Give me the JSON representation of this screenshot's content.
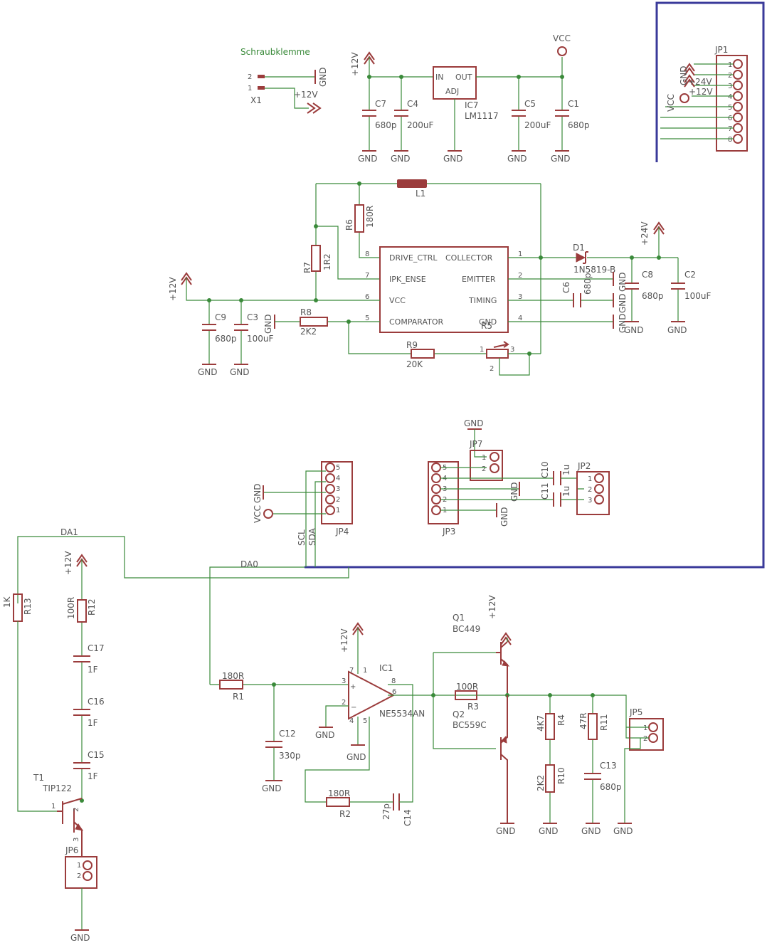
{
  "colors": {
    "wire": "#3a8a3a",
    "part": "#9b3c3c",
    "bus": "#3a3a9a",
    "text": "#555555"
  },
  "labels": {
    "schraub": "Schraubklemme",
    "x1": "X1",
    "x1_p2": "2",
    "x1_p1": "1",
    "x1_gnd": "GND",
    "x1_12v": "+12V",
    "ic7_12v": "+12V",
    "c7": "C7",
    "c7v": "680p",
    "c4": "C4",
    "c4v": "200uF",
    "ic7": "IC7",
    "ic7v": "LM1117",
    "ic7_in": "IN",
    "ic7_out": "OUT",
    "ic7_adj": "ADJ",
    "c5": "C5",
    "c5v": "200uF",
    "c1": "C1",
    "c1v": "680p",
    "vcc": "VCC",
    "gnd_c7": "GND",
    "gnd_c4": "GND",
    "gnd_ic7": "GND",
    "gnd_c5": "GND",
    "gnd_c1": "GND",
    "jp1": "JP1",
    "jp1_vcc": "VCC",
    "jp1_gnd": "GND",
    "jp1_24": "+24V",
    "jp1_12": "+12V",
    "jp1_n1": "1",
    "jp1_n2": "2",
    "jp1_n3": "3",
    "jp1_n4": "4",
    "jp1_n5": "5",
    "jp1_n6": "6",
    "jp1_n7": "7",
    "jp1_n8": "8",
    "l1": "L1",
    "r6": "R6",
    "r6v": "180R",
    "r7": "R7",
    "r7v": "1R2",
    "u_12v": "+12V",
    "pin_drive": "DRIVE_CTRL",
    "pin_coll": "COLLECTOR",
    "pin_ipk": "IPK_ENSE",
    "pin_emit": "EMITTER",
    "pin_vcc": "VCC",
    "pin_timing": "TIMING",
    "pin_comp": "COMPARATOR",
    "pin_gnd": "GND",
    "pn8": "8",
    "pn7": "7",
    "pn6": "6",
    "pn5": "5",
    "pn1": "1",
    "pn2": "2",
    "pn3": "3",
    "pn4": "4",
    "d1": "D1",
    "d1v": "1N5819-B",
    "p24": "+24V",
    "c6": "C6",
    "c6v": "680p",
    "c8": "C8",
    "c8v": "680p",
    "c2": "C2",
    "c2v": "100uF",
    "gnd_e": "GND",
    "gnd_t": "GND",
    "gnd_g": "GND",
    "gnd_c8": "GND",
    "gnd_c2": "GND",
    "c9": "C9",
    "c9v": "680p",
    "c3": "C3",
    "c3v": "100uF",
    "gnd_c3top": "GND",
    "r8": "R8",
    "r8v": "2K2",
    "gnd_c9": "GND",
    "gnd_c3": "GND",
    "r9": "R9",
    "r9v": "20K",
    "r5": "R5",
    "r5_1": "1",
    "r5_2": "2",
    "r5_3": "3",
    "jp7_gnd": "GND",
    "jp7": "JP7",
    "jp7_1": "1",
    "jp7_2": "2",
    "jp3": "JP3",
    "jp3_5": "5",
    "jp3_4": "4",
    "jp3_3": "3",
    "jp3_2": "2",
    "jp3_1": "1",
    "c10": "C10",
    "c10v": "1u",
    "c11": "C11",
    "c11v": "1u",
    "jp3_gnd1": "GND",
    "jp3_gnd2": "GND",
    "jp2": "JP2",
    "jp2_1": "1",
    "jp2_2": "2",
    "jp2_3": "3",
    "jp4": "JP4",
    "jp4_5": "5",
    "jp4_4": "4",
    "jp4_3": "3",
    "jp4_2": "2",
    "jp4_1": "1",
    "jp4_gnd": "GND",
    "jp4_vcc": "VCC",
    "scl": "SCL",
    "sda": "SDA",
    "da1": "DA1",
    "da0": "DA0",
    "r13": "R13",
    "r13v": "1K",
    "r12": "R12",
    "r12v": "100R",
    "r12_12v": "+12V",
    "c17": "C17",
    "c17v": "1F",
    "c16": "C16",
    "c16v": "1F",
    "c15": "C15",
    "c15v": "1F",
    "t1": "T1",
    "t1v": "TIP122",
    "t1_1": "1",
    "t1_2": "2",
    "t1_3": "3",
    "jp6": "JP6",
    "jp6_1": "1",
    "jp6_2": "2",
    "gnd_jp6": "GND",
    "r1": "R1",
    "r1v": "180R",
    "c12": "C12",
    "c12v": "330p",
    "gnd_c12": "GND",
    "ic1": "IC1",
    "ic1v": "NE5534AN",
    "ic1_12v": "+12V",
    "ic1_7": "7",
    "ic1_1": "1",
    "ic1_8": "8",
    "ic1_3": "3",
    "ic1_2": "2",
    "ic1_6": "6",
    "ic1_4": "4",
    "ic1_5": "5",
    "gnd_ic1a": "GND",
    "gnd_ic1b": "GND",
    "r2": "R2",
    "r2v": "180R",
    "c14": "C14",
    "c14v": "27p",
    "q1": "Q1",
    "q1v": "BC449",
    "q1_12v": "+12V",
    "q2": "Q2",
    "q2v": "BC559C",
    "r3": "R3",
    "r3v": "100R",
    "r4": "R4",
    "r4v": "4K7",
    "r10": "R10",
    "r10v": "2K2",
    "r11": "R11",
    "r11v": "47R",
    "c13": "C13",
    "c13v": "680p",
    "jp5": "JP5",
    "jp5_1": "1",
    "jp5_2": "2",
    "gnd_q2": "GND",
    "gnd_r10": "GND",
    "gnd_c13": "GND",
    "gnd_jp5": "GND"
  }
}
